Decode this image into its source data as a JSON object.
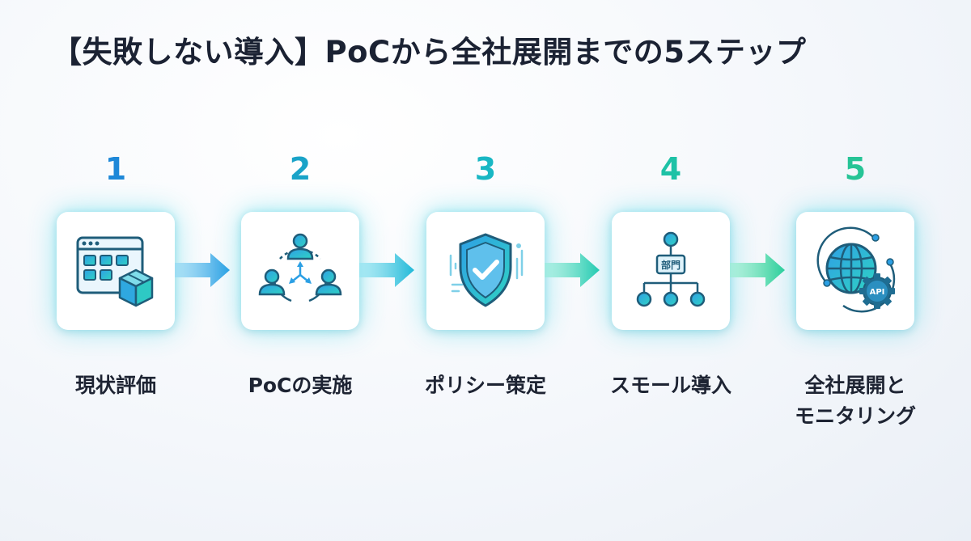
{
  "title": "【失敗しない導入】PoCから全社展開までの5ステップ",
  "steps": [
    {
      "number": "1",
      "label": "現状評価",
      "icon": "inventory-grid-box-icon",
      "color": "#1e88d8"
    },
    {
      "number": "2",
      "label": "PoCの実施",
      "icon": "team-collaboration-icon",
      "color": "#1aa3c8"
    },
    {
      "number": "3",
      "label": "ポリシー策定",
      "icon": "shield-check-icon",
      "color": "#19b7c4"
    },
    {
      "number": "4",
      "label": "スモール導入",
      "icon": "department-hierarchy-icon",
      "color": "#1ec2a6"
    },
    {
      "number": "5",
      "label_line1": "全社展開と",
      "label_line2": "モニタリング",
      "icon": "globe-api-gear-icon",
      "color": "#26c496"
    }
  ],
  "icon_text": {
    "department": "部門",
    "api": "API"
  },
  "colors": {
    "title": "#1b2233",
    "label": "#1e2433",
    "icon_stroke": "#1f5d7a",
    "icon_fill_start": "#2fa8e8",
    "icon_fill_end": "#2fd3c2"
  }
}
